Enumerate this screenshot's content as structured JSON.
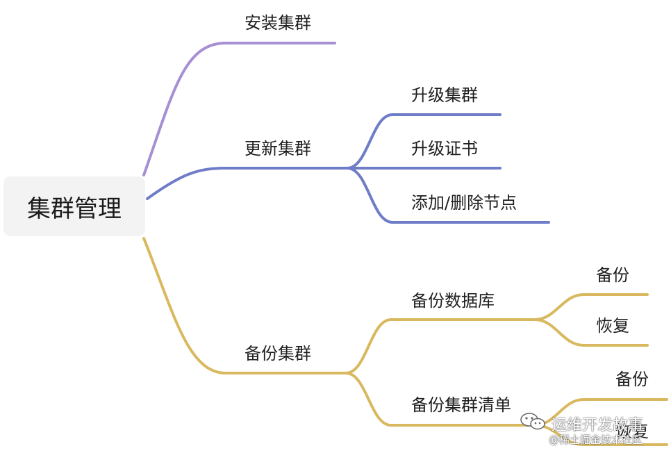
{
  "root": {
    "label": "集群管理"
  },
  "branches": [
    {
      "label": "安装集群",
      "color": "#a78fd4",
      "children": []
    },
    {
      "label": "更新集群",
      "color": "#6f7cc8",
      "children": [
        {
          "label": "升级集群",
          "children": []
        },
        {
          "label": "升级证书",
          "children": []
        },
        {
          "label": "添加/删除节点",
          "children": []
        }
      ]
    },
    {
      "label": "备份集群",
      "color": "#d9b95f",
      "children": [
        {
          "label": "备份数据库",
          "children": [
            {
              "label": "备份"
            },
            {
              "label": "恢复"
            }
          ]
        },
        {
          "label": "备份集群清单",
          "children": [
            {
              "label": "备份"
            },
            {
              "label": "恢复"
            }
          ]
        }
      ]
    }
  ],
  "watermark": {
    "icon": "wechat-icon",
    "line1": "运维开发故事",
    "line2": "@稀土掘金技术社区"
  }
}
